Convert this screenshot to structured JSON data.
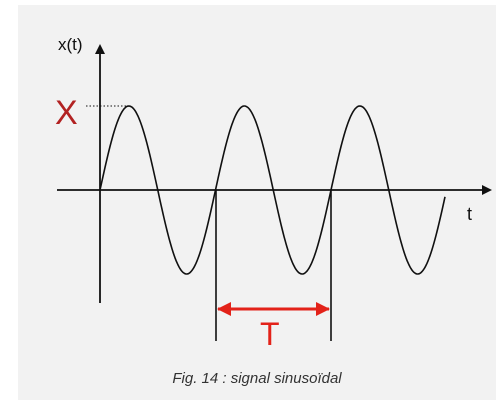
{
  "diagram": {
    "y_axis_label": "x(t)",
    "x_axis_label": "t",
    "amplitude_label": "X",
    "period_label": "T",
    "amplitude_color": "#b22222",
    "period_color": "#e32219",
    "curve_color": "#111111"
  },
  "caption": "Fig. 14 : signal sinusoïdal"
}
